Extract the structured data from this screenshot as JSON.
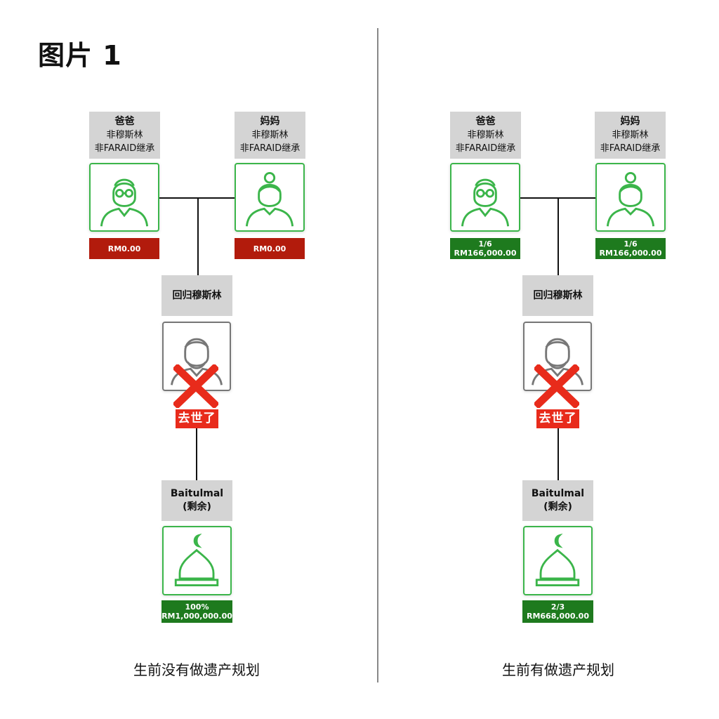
{
  "title": "图片 1",
  "colors": {
    "card_border": "#3bb54a",
    "value_red": "#b21b0c",
    "value_green": "#1e7a1e",
    "deceased_red": "#e82b1b"
  },
  "panels": [
    {
      "father": {
        "name": "爸爸",
        "line2": "非穆斯林",
        "line3": "非FARAID继承",
        "share": "",
        "amount": "RM0.00",
        "icon": "man-with-glasses-icon"
      },
      "mother": {
        "name": "妈妈",
        "line2": "非穆斯林",
        "line3": "非FARAID继承",
        "share": "",
        "amount": "RM0.00",
        "icon": "woman-with-bun-icon"
      },
      "deceased": {
        "label": "回归穆斯林",
        "status": "去世了",
        "icon": "muslim-man-icon"
      },
      "baitulmal": {
        "name": "Baitulmal",
        "note": "(剩余)",
        "share": "100%",
        "amount": "RM1,000,000.00",
        "icon": "mosque-dome-icon"
      },
      "caption": "生前没有做遗产规划"
    },
    {
      "father": {
        "name": "爸爸",
        "line2": "非穆斯林",
        "line3": "非FARAID继承",
        "share": "1/6",
        "amount": "RM166,000.00",
        "icon": "man-with-glasses-icon"
      },
      "mother": {
        "name": "妈妈",
        "line2": "非穆斯林",
        "line3": "非FARAID继承",
        "share": "1/6",
        "amount": "RM166,000.00",
        "icon": "woman-with-bun-icon"
      },
      "deceased": {
        "label": "回归穆斯林",
        "status": "去世了",
        "icon": "muslim-man-icon"
      },
      "baitulmal": {
        "name": "Baitulmal",
        "note": "(剩余)",
        "share": "2/3",
        "amount": "RM668,000.00",
        "icon": "mosque-dome-icon"
      },
      "caption": "生前有做遗产规划"
    }
  ]
}
